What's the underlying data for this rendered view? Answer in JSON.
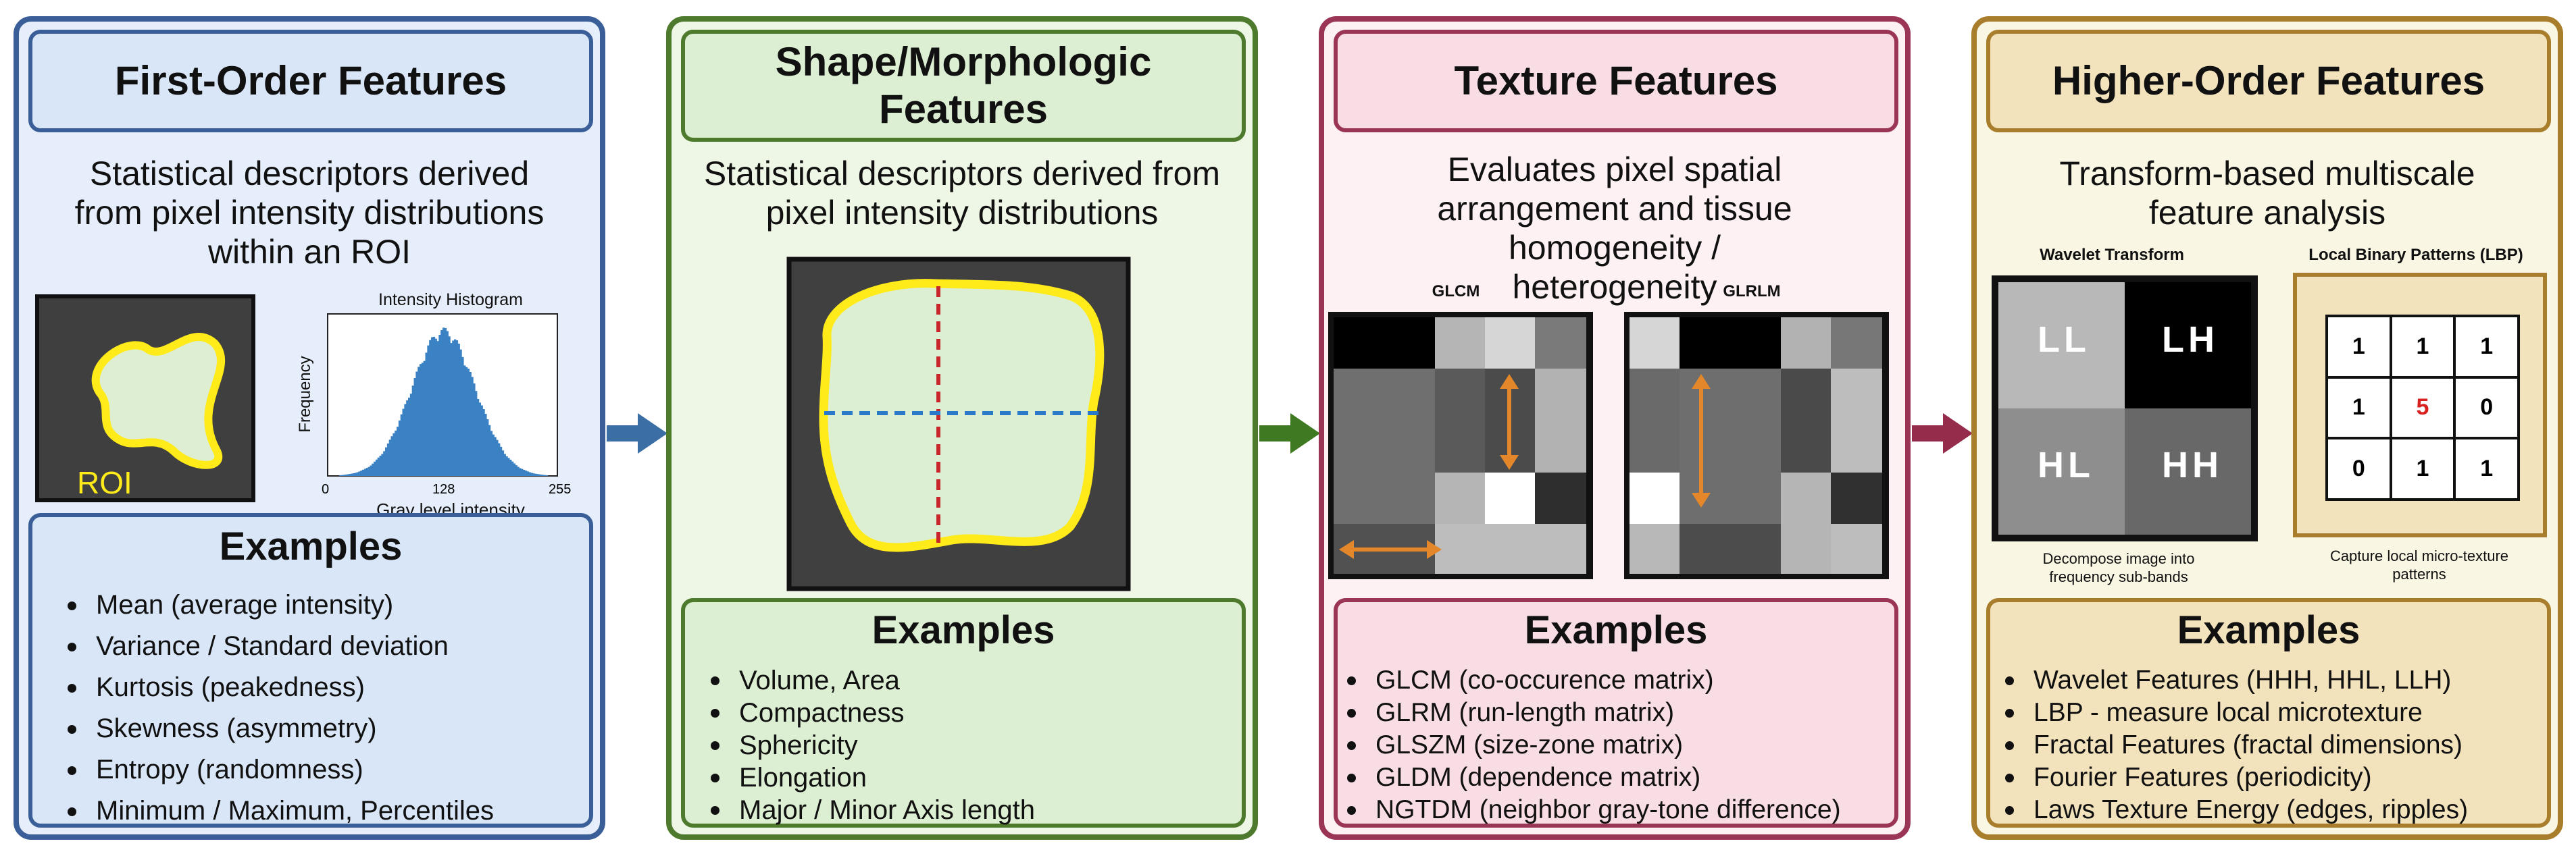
{
  "panels": [
    {
      "title": "First-Order Features",
      "description": "Statistical descriptors derived from pixel intensity distributions within an ROI",
      "roi_label": "ROI",
      "histogram": {
        "title": "Intensity Histogram",
        "xlabel": "Gray level intensity",
        "ylabel": "Frequency",
        "ticks": [
          "0",
          "128",
          "255"
        ]
      },
      "examples_title": "Examples",
      "examples": [
        "Mean (average intensity)",
        "Variance / Standard deviation",
        "Kurtosis (peakedness)",
        "Skewness (asymmetry)",
        "Entropy (randomness)",
        "Minimum / Maximum, Percentiles"
      ]
    },
    {
      "title": "Shape/Morphologic Features",
      "description": "Statistical descriptors derived from pixel intensity distributions",
      "examples_title": "Examples",
      "examples": [
        "Volume, Area",
        "Compactness",
        "Sphericity",
        "Elongation",
        "Major / Minor Axis length"
      ]
    },
    {
      "title": "Texture Features",
      "description": "Evaluates pixel spatial arrangement and tissue homogeneity / heterogeneity",
      "glcm_label": "GLCM",
      "glrlm_label": "GLRLM",
      "examples_title": "Examples",
      "examples": [
        "GLCM (co-occurence matrix)",
        "GLRM (run-length matrix)",
        "GLSZM (size-zone matrix)",
        "GLDM (dependence matrix)",
        "NGTDM (neighbor gray-tone difference)"
      ]
    },
    {
      "title": "Higher-Order Features",
      "description": "Transform-based multiscale feature analysis",
      "wavelet": {
        "title": "Wavelet Transform",
        "bands": [
          "LL",
          "LH",
          "HL",
          "HH"
        ],
        "caption": "Decompose image into frequency sub-bands"
      },
      "lbp": {
        "title": "Local Binary Patterns (LBP)",
        "grid": [
          "1",
          "1",
          "1",
          "1",
          "5",
          "0",
          "0",
          "1",
          "1"
        ],
        "caption": "Capture local micro-texture patterns"
      },
      "examples_title": "Examples",
      "examples": [
        "Wavelet Features (HHH, HHL, LLH)",
        "LBP - measure local microtexture",
        "Fractal Features (fractal dimensions)",
        "Fourier Features (periodicity)",
        "Laws Texture Energy (edges, ripples)"
      ]
    }
  ],
  "colors": {
    "blue_border": "#3a5f98",
    "blue_fill": "#e5eefa",
    "blue_header": "#d8e6f8",
    "green_border": "#4d7a2c",
    "green_fill": "#eef6e6",
    "green_header": "#dcefd2",
    "red_border": "#9a3556",
    "red_fill": "#fdf1f3",
    "red_header": "#f9dde4",
    "gold_border": "#a87d2c",
    "gold_fill": "#faf6e4",
    "gold_header": "#f2e3bc",
    "roi_yellow": "#ffeb1a",
    "histogram_blue": "#3b82c4",
    "arrow_orange": "#e4872a",
    "major_axis": "#c8262a",
    "minor_axis": "#2b79c9",
    "lbp_center": "#d82020"
  }
}
